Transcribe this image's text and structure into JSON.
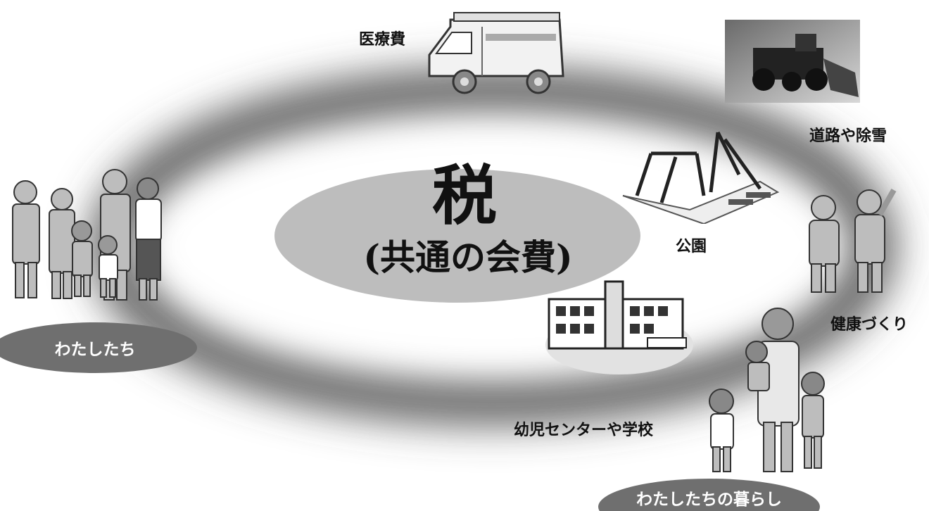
{
  "center": {
    "main": "税",
    "sub": "(共通の会費)"
  },
  "left_pill": "わたしたち",
  "bottom_pill": "わたしたちの暮らし",
  "labels": {
    "medical": "医療費",
    "roads": "道路や除雪",
    "park": "公園",
    "health": "健康づくり",
    "school": "幼児センターや学校"
  },
  "colors": {
    "ring": "#505050",
    "pill": "#6f6f6f",
    "center": "#bdbdbd"
  }
}
